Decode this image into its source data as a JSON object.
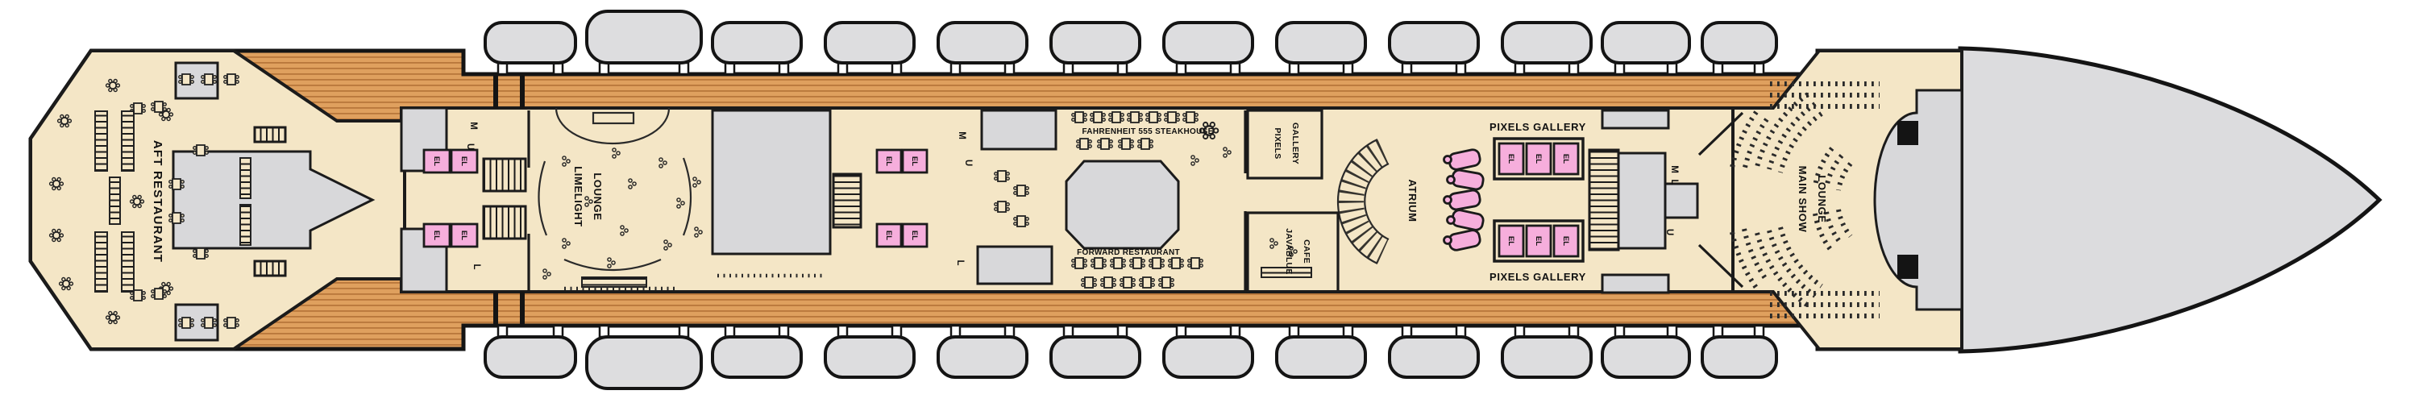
{
  "plan": {
    "rooms": {
      "aft_restaurant": {
        "label": "AFT RESTAURANT"
      },
      "limelight": {
        "line1": "LIMELIGHT",
        "line2": "LOUNGE"
      },
      "steakhouse": {
        "label": "FAHRENHEIT 555 STEAKHOUSE"
      },
      "forward_restaurant": {
        "label": "FORWARD RESTAURANT"
      },
      "pixels_gallery_fwd": {
        "line1": "PIXELS",
        "line2": "GALLERY"
      },
      "javablue_cafe": {
        "line1": "JAVABLUE",
        "line2": "CAFE"
      },
      "atrium": {
        "label": "ATRIUM"
      },
      "pixels_gallery_top": {
        "label": "PIXELS GALLERY"
      },
      "pixels_gallery_bottom": {
        "label": "PIXELS GALLERY"
      },
      "main_show_lounge": {
        "line1": "MAIN SHOW",
        "line2": "LOUNGE"
      }
    },
    "markers": {
      "elevator": "EL",
      "deck_m": "M",
      "deck_u": "U",
      "deck_l": "L"
    },
    "colors": {
      "deck_wood": "#DFA05E",
      "wood_stripe": "#B8773B",
      "interior_cream": "#F4E6C6",
      "service_gray": "#D8D8DA",
      "elevator_pink": "#F6AEDC",
      "lifeboat_gray": "#DDDDDF",
      "outline_black": "#141414"
    }
  }
}
